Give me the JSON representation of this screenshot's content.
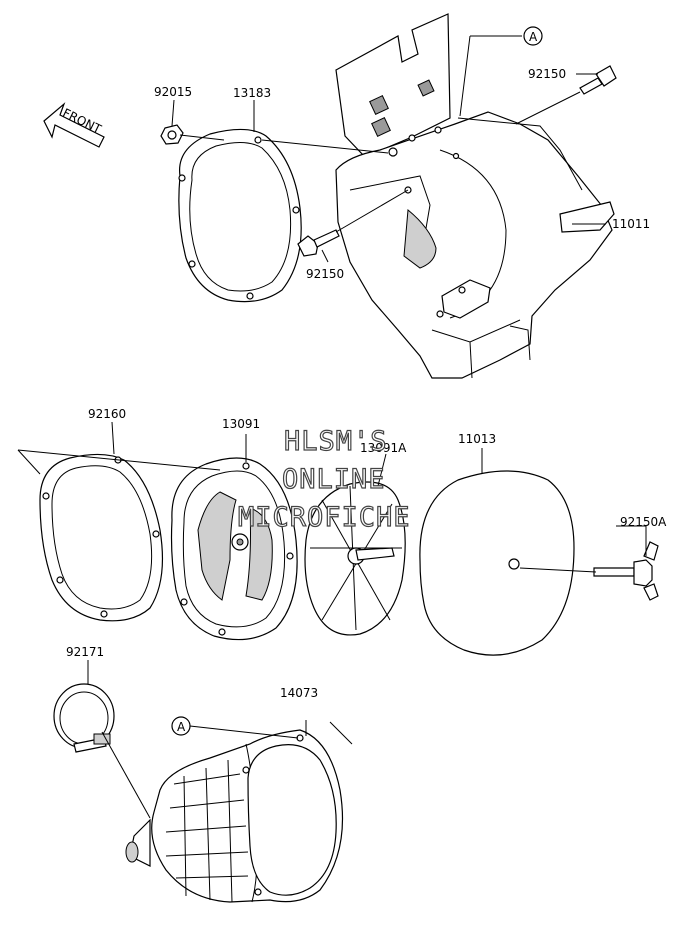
{
  "front_label": "FRONT",
  "ref_marker": "A",
  "parts": {
    "p92015": "92015",
    "p13183": "13183",
    "p92150_top": "92150",
    "p92150_mid": "92150",
    "p11011": "11011",
    "p92160": "92160",
    "p13091": "13091",
    "p13091A": "13091A",
    "p11013": "11013",
    "p92150A": "92150A",
    "p92171": "92171",
    "p14073": "14073"
  },
  "watermark": {
    "line1": "HLSM'S",
    "line2": "ONLINE",
    "line3": "MICROFICHE"
  }
}
